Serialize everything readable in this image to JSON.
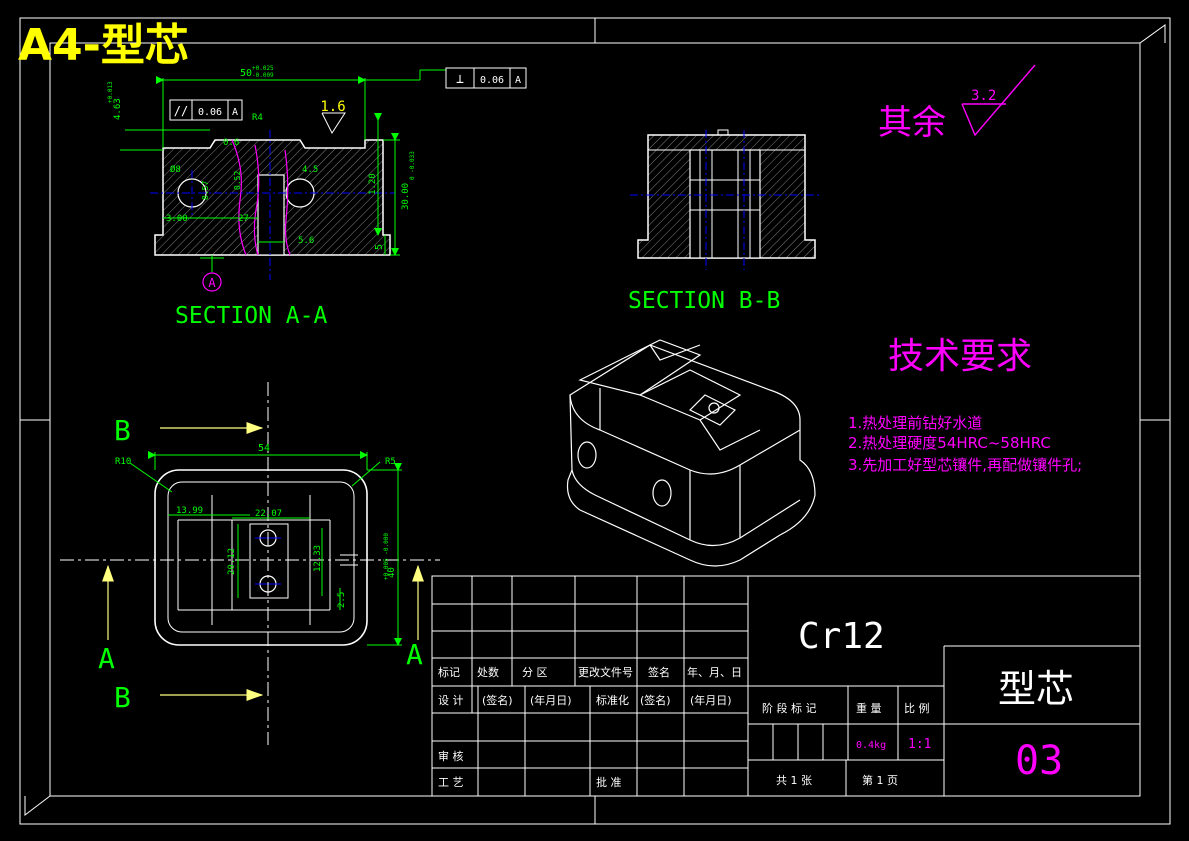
{
  "sheet": {
    "title": "A4-型芯",
    "colors": {
      "background": "#000000",
      "frame": "#ffffff",
      "geometry": "#ffffff",
      "dimension": "#00ff00",
      "title_label": "#ffff00",
      "note": "#ff00ff",
      "centerline": "#0000ff",
      "hatch": "#808080"
    }
  },
  "section_aa": {
    "label": "SECTION A-A",
    "dims": {
      "width_main": "50",
      "width_tol_up": "+0.025",
      "width_tol_low": "-0.009",
      "height_left": "4.63",
      "height_left_tol": "+0.013",
      "parallel_symbol": "//",
      "parallel_value": "0.06",
      "parallel_datum": "A",
      "perp_symbol": "⊥",
      "perp_value": "0.06",
      "perp_datum": "A",
      "roughness_local": "1.6",
      "r4": "R4",
      "d06": "0.6",
      "d45": "4.5",
      "d68": "Ø8",
      "d857": "8.57",
      "d052": "0.52",
      "d120": "1.20",
      "d3000": "3.00",
      "d27": "27",
      "d56": "5.6",
      "d5": "5",
      "d30": "30.00",
      "d30_tol": "0 -0.033",
      "datum": "A"
    }
  },
  "section_bb": {
    "label": "SECTION B-B"
  },
  "plan_view": {
    "cut_labels": [
      "B",
      "B",
      "A",
      "A"
    ],
    "dims": {
      "r10": "R10",
      "r5": "R5",
      "d54": "54",
      "d1399": "13.99",
      "d2207": "22.07",
      "d2012": "20.12",
      "d1233": "12.33",
      "d25": "2.5",
      "d40": "40",
      "d40_tol": "+0.005 -0.000"
    }
  },
  "roughness_note": {
    "text": "其余",
    "value": "3.2"
  },
  "tech_requirements": {
    "title": "技术要求",
    "items": [
      "1.热处理前钻好水道",
      "2.热处理硬度54HRC~58HRC",
      "3.先加工好型芯镶件,再配做镶件孔;"
    ]
  },
  "title_block": {
    "material": "Cr12",
    "part_name": "型芯",
    "drawing_number": "03",
    "rev_headers": [
      "标记",
      "处数",
      "分 区",
      "更改文件号",
      "签名",
      "年、月、日"
    ],
    "row_design": [
      "设 计",
      "(签名)",
      "(年月日)",
      "标准化",
      "(签名)",
      "(年月日)"
    ],
    "row_review": "审 核",
    "row_process": "工 艺",
    "approve": "批 准",
    "stage_headers": [
      "阶 段 标 记",
      "重 量",
      "比 例"
    ],
    "weight": "0.4kg",
    "scale": "1:1",
    "sheets": "共 1 张",
    "page": "第 1 页"
  }
}
